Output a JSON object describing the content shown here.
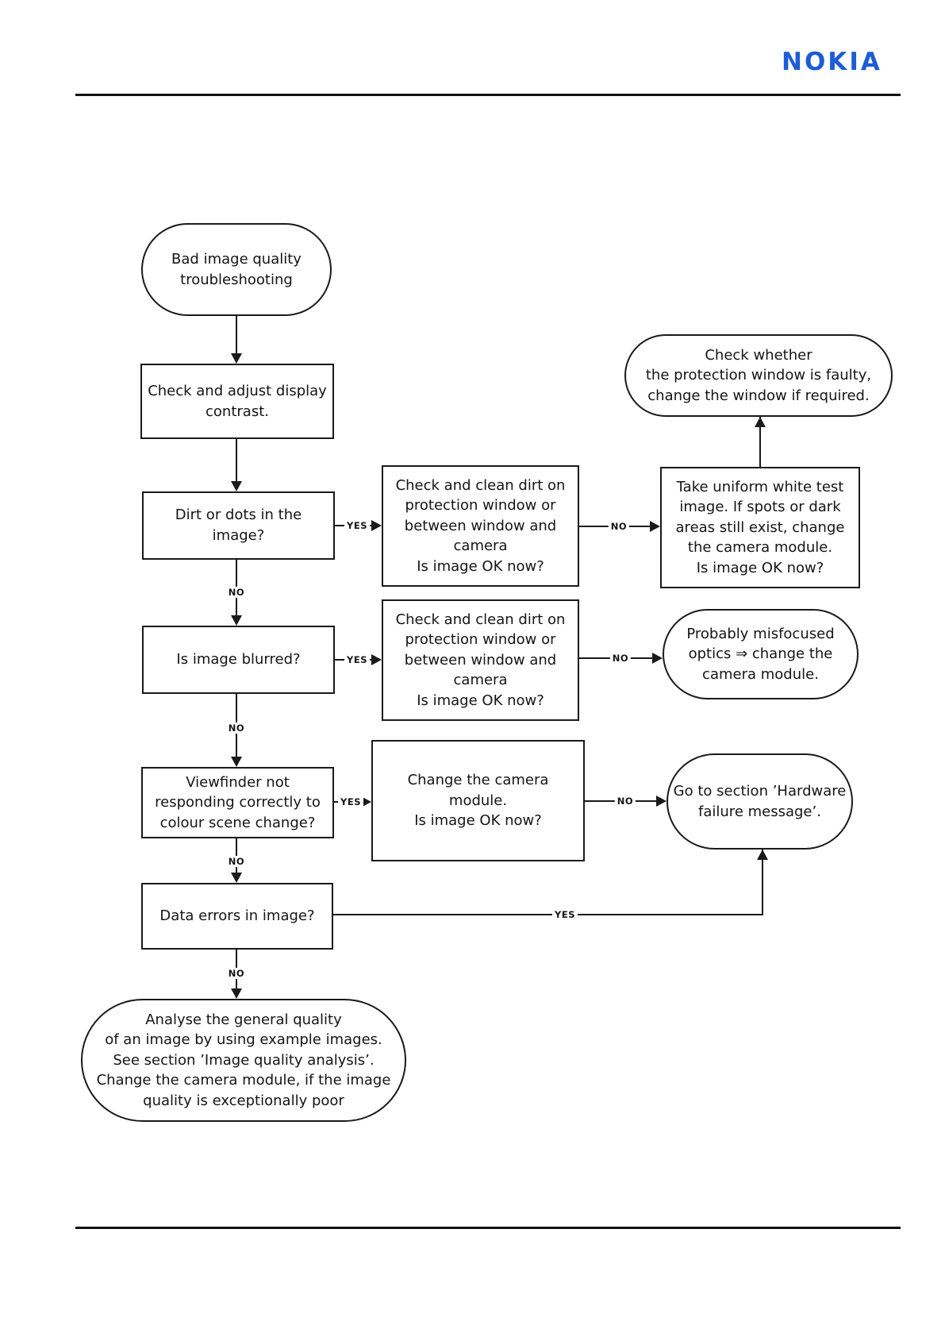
{
  "header": {
    "logo": "NOKIA"
  },
  "colors": {
    "logo_blue": "#1d5bd7",
    "line": "#1a1a1a"
  },
  "flowchart": {
    "yes": "YES",
    "no": "NO",
    "nodes": {
      "start": {
        "type": "terminator",
        "text": "Bad image quality\ntroubleshooting"
      },
      "contrast": {
        "type": "process",
        "text": "Check and adjust display\ncontrast."
      },
      "dirt": {
        "type": "decision",
        "text": "Dirt or dots in the\nimage?"
      },
      "clean1": {
        "type": "process",
        "text": "Check and clean dirt on\nprotection window or\nbetween window and\ncamera\nIs image OK now?"
      },
      "white_test": {
        "type": "process",
        "text": "Take uniform white test\nimage. If spots or dark\nareas still exist, change\nthe camera module.\nIs image OK now?"
      },
      "protection": {
        "type": "terminator",
        "text": "Check whether\nthe protection window is faulty,\nchange the window if required."
      },
      "blurred": {
        "type": "decision",
        "text": "Is image blurred?"
      },
      "clean2": {
        "type": "process",
        "text": "Check and clean dirt on\nprotection window or\nbetween window and\ncamera\nIs image OK now?"
      },
      "misfocused": {
        "type": "terminator",
        "text": "Probably misfocused\noptics ⇒ change the\ncamera module."
      },
      "viewfinder": {
        "type": "decision",
        "text": "Viewfinder not\nresponding correctly to\ncolour scene change?"
      },
      "change_module": {
        "type": "process",
        "text": "Change the camera\nmodule.\nIs image OK now?"
      },
      "hardware": {
        "type": "terminator",
        "text": "Go to section ’Hardware\nfailure message’."
      },
      "data_errors": {
        "type": "decision",
        "text": "Data errors in image?"
      },
      "analyse": {
        "type": "terminator",
        "text": "Analyse the general quality\nof an image by using example images.\nSee section ’Image quality analysis’.\nChange the camera module, if the image\nquality is exceptionally poor"
      }
    }
  }
}
